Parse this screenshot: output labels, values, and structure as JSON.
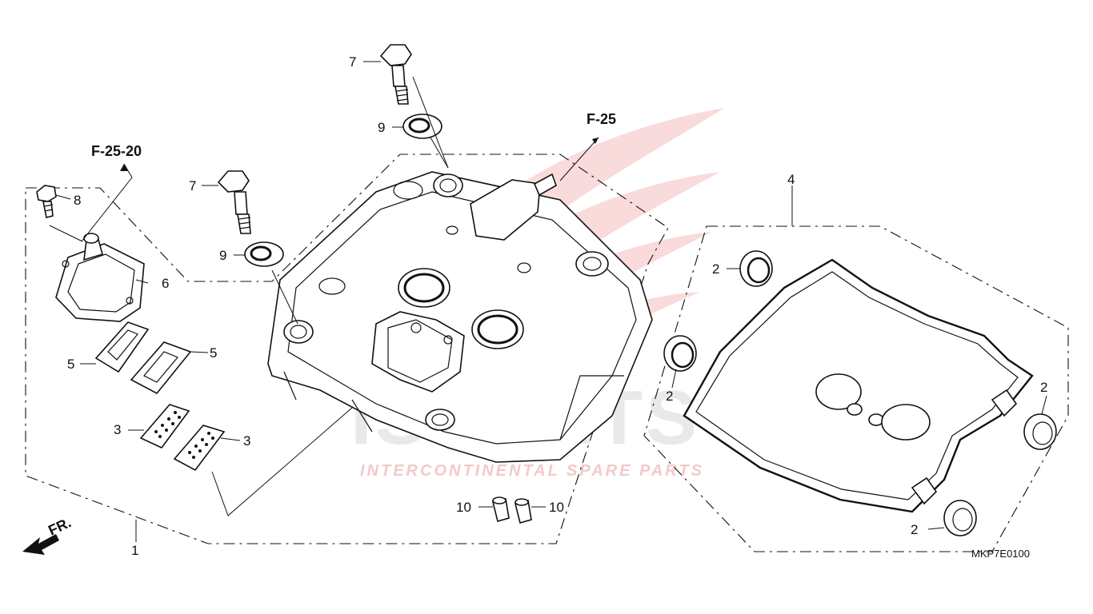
{
  "watermark": {
    "main": "ISPARTS",
    "sub": "INTERCONTINENTAL SPARE PARTS",
    "accent_color": "#e23c3c"
  },
  "references": {
    "f25": "F-25",
    "f2520": "F-25-20"
  },
  "front_indicator": "FR.",
  "diagram_code": "MKP7E0100",
  "callouts": {
    "c1": "1",
    "c2a": "2",
    "c2b": "2",
    "c2c": "2",
    "c2d": "2",
    "c3a": "3",
    "c3b": "3",
    "c4": "4",
    "c5a": "5",
    "c5b": "5",
    "c6": "6",
    "c7a": "7",
    "c7b": "7",
    "c8": "8",
    "c9a": "9",
    "c9b": "9",
    "c10a": "10",
    "c10b": "10"
  }
}
